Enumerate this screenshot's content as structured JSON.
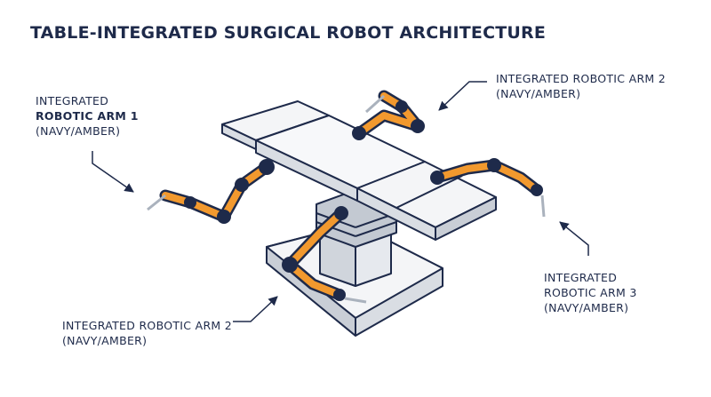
{
  "title": "TABLE-INTEGRATED SURGICAL ROBOT ARCHITECTURE",
  "labels": {
    "arm1": {
      "line1": "INTEGRATED",
      "line2": "ROBOTIC ARM 1",
      "line3": "(NAVY/AMBER)"
    },
    "arm2_top": {
      "line1": "INTEGRATED ROBOTIC ARM 2",
      "line2": "(NAVY/AMBER)"
    },
    "arm3": {
      "line1": "INTEGRATED",
      "line2": "ROBOTIC ARM 3",
      "line3": "(NAVY/AMBER)"
    },
    "arm2_bottom": {
      "line1": "INTEGRATED ROBOTIC ARM 2",
      "line2": "(NAVY/AMBER)"
    }
  },
  "colors": {
    "navy": "#1e2a4a",
    "amber": "#f2992e",
    "panel": "#f4f5f7",
    "panel_shade": "#d9dde3",
    "steel": "#aab2bd"
  }
}
